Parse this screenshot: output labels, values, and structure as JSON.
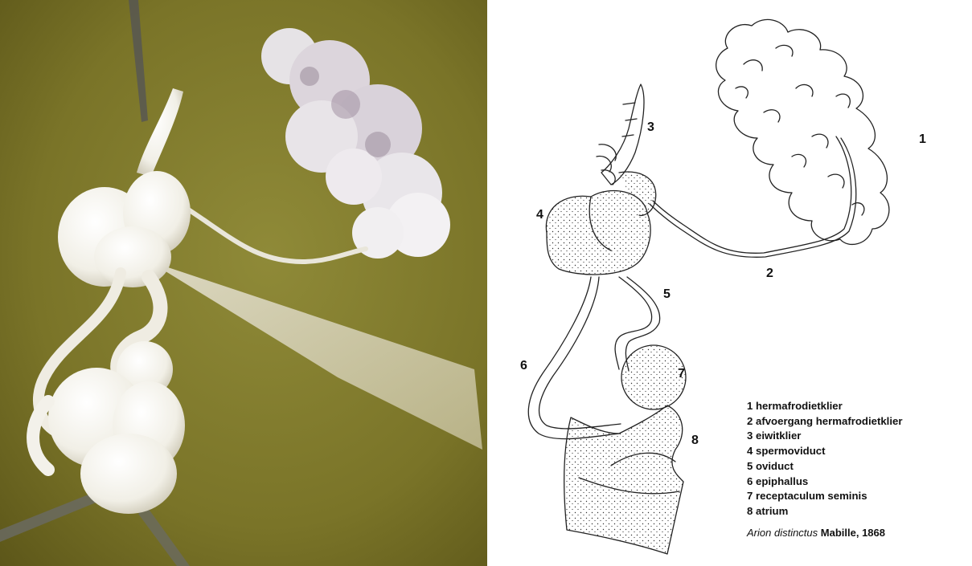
{
  "labels": {
    "n1": "1",
    "n2": "2",
    "n3": "3",
    "n4": "4",
    "n5": "5",
    "n6": "6",
    "n7": "7",
    "n8": "8"
  },
  "legend": [
    "1 hermafrodietklier",
    "2 afvoergang hermafrodietklier",
    "3 eiwitklier",
    "4 spermoviduct",
    "5 oviduct",
    "6 epiphallus",
    "7 receptaculum seminis",
    "8 atrium"
  ],
  "caption": {
    "species": "Arion distinctus",
    "author": "Mabille, 1868"
  },
  "colors": {
    "photo_background": "#7f7a2c",
    "tissue": "#f3f1ea",
    "drawing_line": "#222222"
  }
}
